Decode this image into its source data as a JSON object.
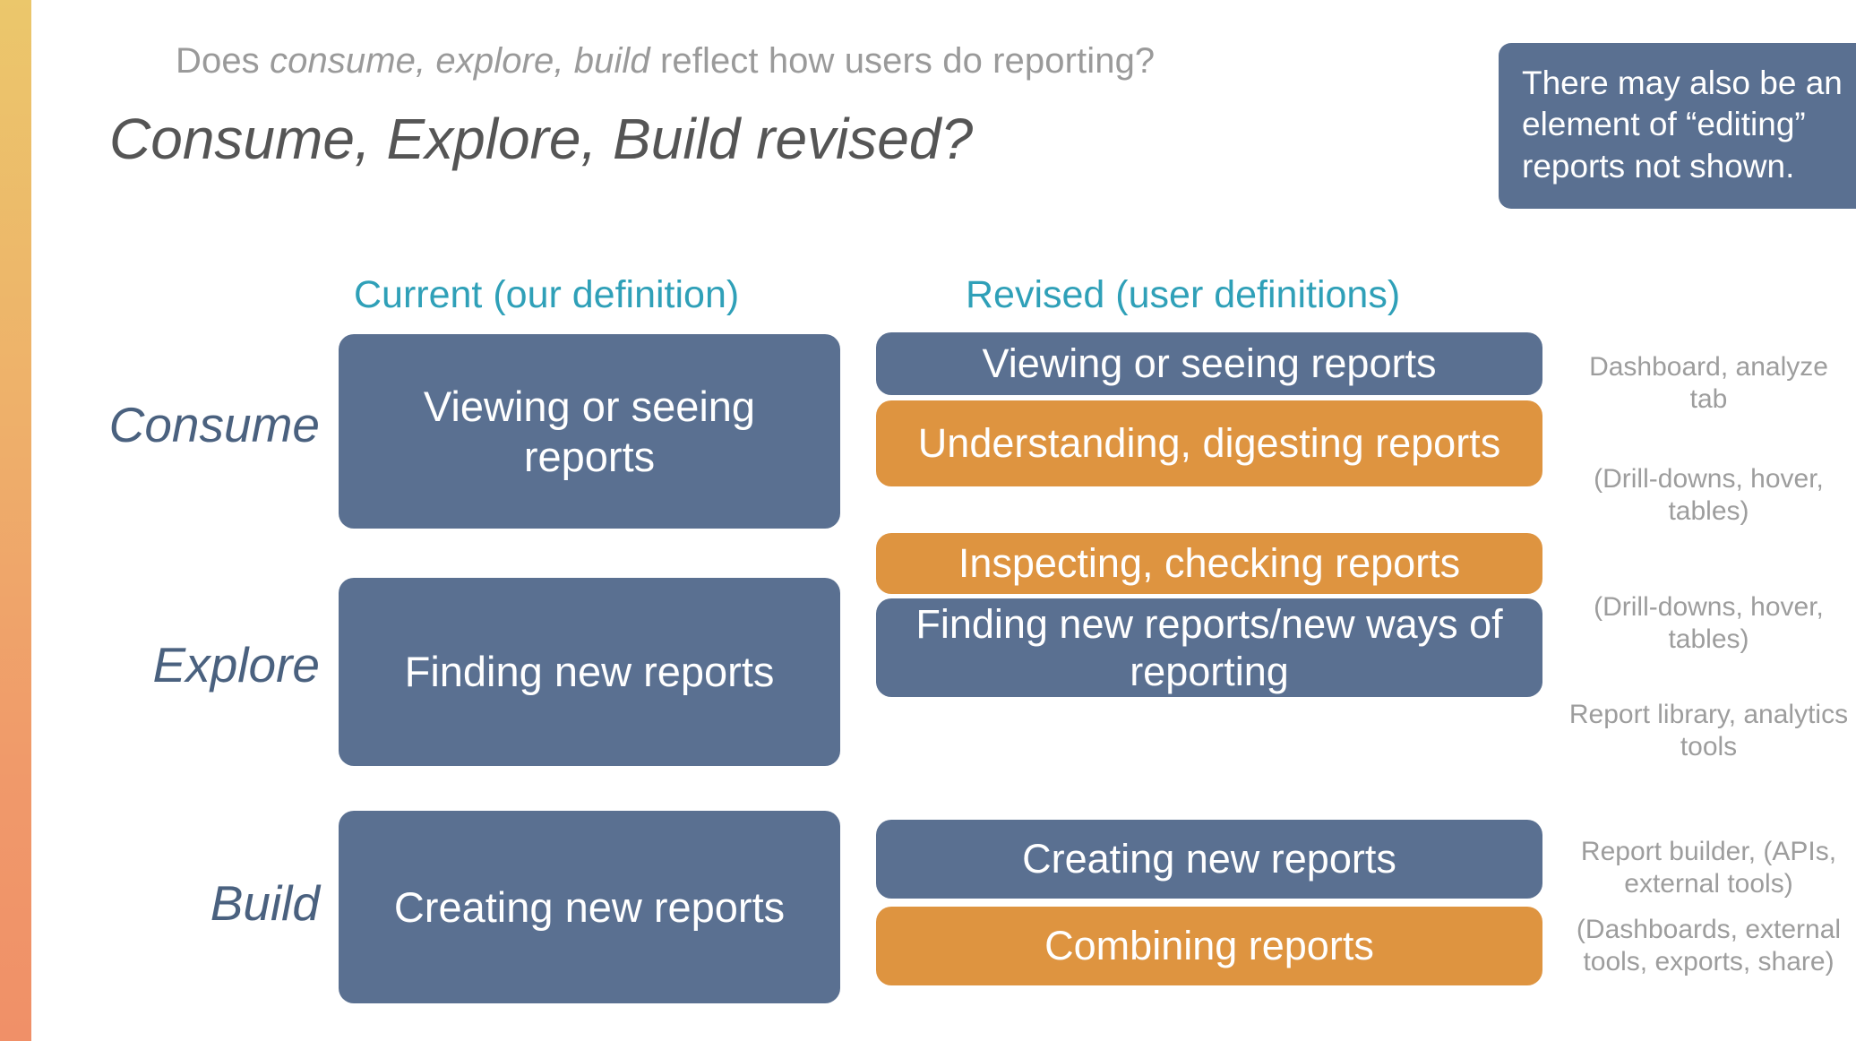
{
  "accent": {
    "gradient_top": "#ebc76b",
    "gradient_bottom": "#f09068"
  },
  "colors": {
    "blue_box": "#5a7091",
    "orange_box": "#de9440",
    "header_teal": "#2fa0b8",
    "row_label_blue": "#4a617f",
    "muted_gray": "#9a9a9a",
    "title_gray": "#555555"
  },
  "header": {
    "kicker_prefix": "Does ",
    "kicker_italic": "consume, explore, build",
    "kicker_suffix": " reflect how users do reporting?",
    "title": "Consume, Explore, Build revised?"
  },
  "callout": {
    "text": "There may also be an element of “editing” reports not shown."
  },
  "columns": {
    "current_header": "Current (our definition)",
    "revised_header": "Revised (user definitions)"
  },
  "rows": [
    {
      "label": "Consume"
    },
    {
      "label": "Explore"
    },
    {
      "label": "Build"
    }
  ],
  "current_boxes": [
    {
      "text": "Viewing or seeing reports",
      "color": "blue"
    },
    {
      "text": "Finding new reports",
      "color": "blue"
    },
    {
      "text": "Creating new reports",
      "color": "blue"
    }
  ],
  "revised_boxes": [
    {
      "text": "Viewing or seeing reports",
      "color": "blue"
    },
    {
      "text": "Understanding, digesting reports",
      "color": "orange"
    },
    {
      "text": "Inspecting, checking reports",
      "color": "orange"
    },
    {
      "text": "Finding new reports/new ways of reporting",
      "color": "blue"
    },
    {
      "text": "Creating new reports",
      "color": "blue"
    },
    {
      "text": "Combining reports",
      "color": "orange"
    }
  ],
  "notes": [
    {
      "text": "Dashboard, analyze tab"
    },
    {
      "text": "(Drill-downs, hover, tables)"
    },
    {
      "text": "(Drill-downs, hover, tables)"
    },
    {
      "text": "Report library, analytics tools"
    },
    {
      "text": "Report builder, (APIs, external tools)"
    },
    {
      "text": "(Dashboards, external tools, exports, share)"
    }
  ]
}
